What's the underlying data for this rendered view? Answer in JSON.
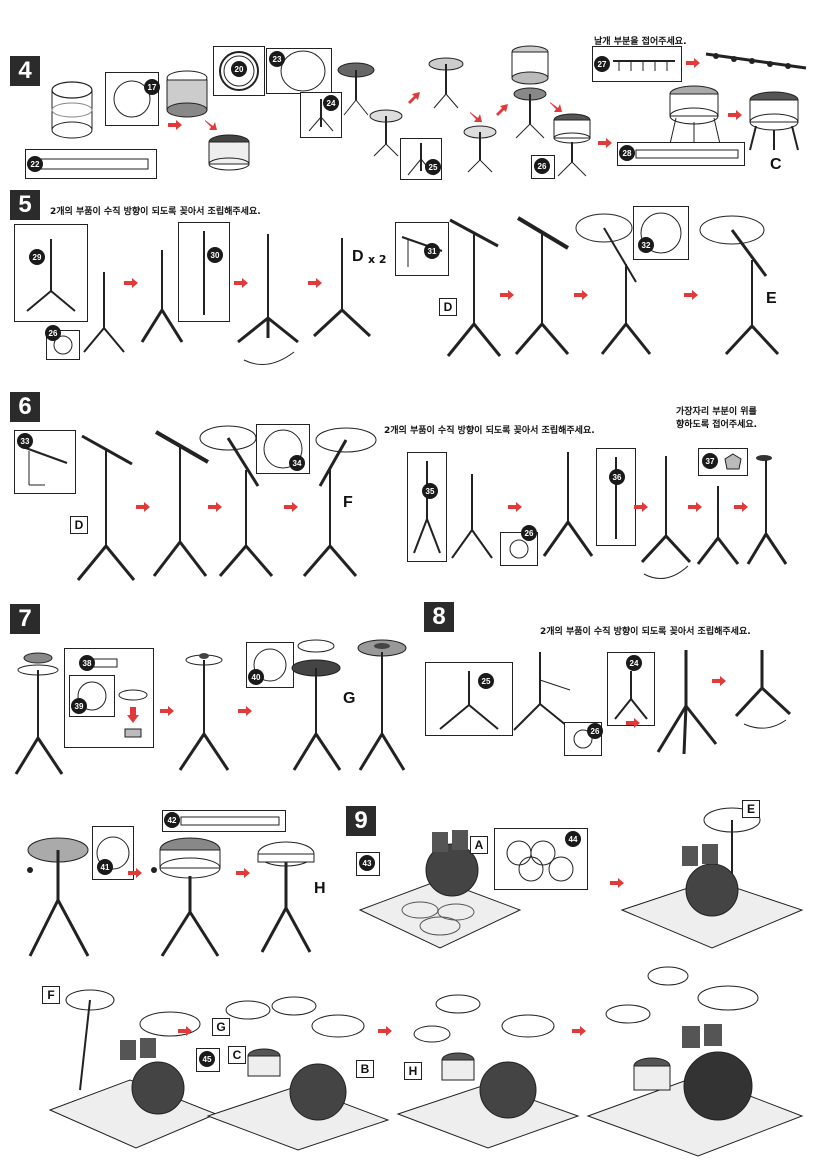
{
  "steps": {
    "s4": {
      "num": "4",
      "note": "날개 부분을 접어주세요.",
      "result": "C",
      "parts": [
        "17",
        "20",
        "22",
        "23",
        "24",
        "25",
        "26",
        "27",
        "28"
      ]
    },
    "s5": {
      "num": "5",
      "note": "2개의 부품이 수직 방향이 되도록 꽂아서 조립해주세요.",
      "dlabel": "D",
      "dx": "x 2",
      "sub_label": "D",
      "result": "E",
      "parts": [
        "29",
        "30",
        "26",
        "31",
        "32"
      ]
    },
    "s6": {
      "num": "6",
      "note": "2개의 부품이 수직 방향이 되도록 꽂아서 조립해주세요.",
      "note2_line1": "가장자리 부분이 위를",
      "note2_line2": "향하도록 접어주세요.",
      "sub_label": "D",
      "result": "F",
      "parts": [
        "33",
        "34",
        "35",
        "36",
        "26",
        "37"
      ]
    },
    "s7": {
      "num": "7",
      "result": "G",
      "parts": [
        "38",
        "39",
        "40"
      ]
    },
    "s8": {
      "num": "8",
      "note": "2개의 부품이 수직 방향이 되도록 꽂아서 조립해주세요.",
      "result": "H",
      "parts": [
        "25",
        "26",
        "24",
        "41",
        "42"
      ]
    },
    "s9": {
      "num": "9",
      "labels": [
        "A",
        "E",
        "F",
        "G",
        "C",
        "B",
        "H"
      ],
      "parts": [
        "43",
        "44",
        "45"
      ]
    }
  },
  "colors": {
    "arrow": "#e03a3a",
    "dark": "#2b2b2b"
  }
}
